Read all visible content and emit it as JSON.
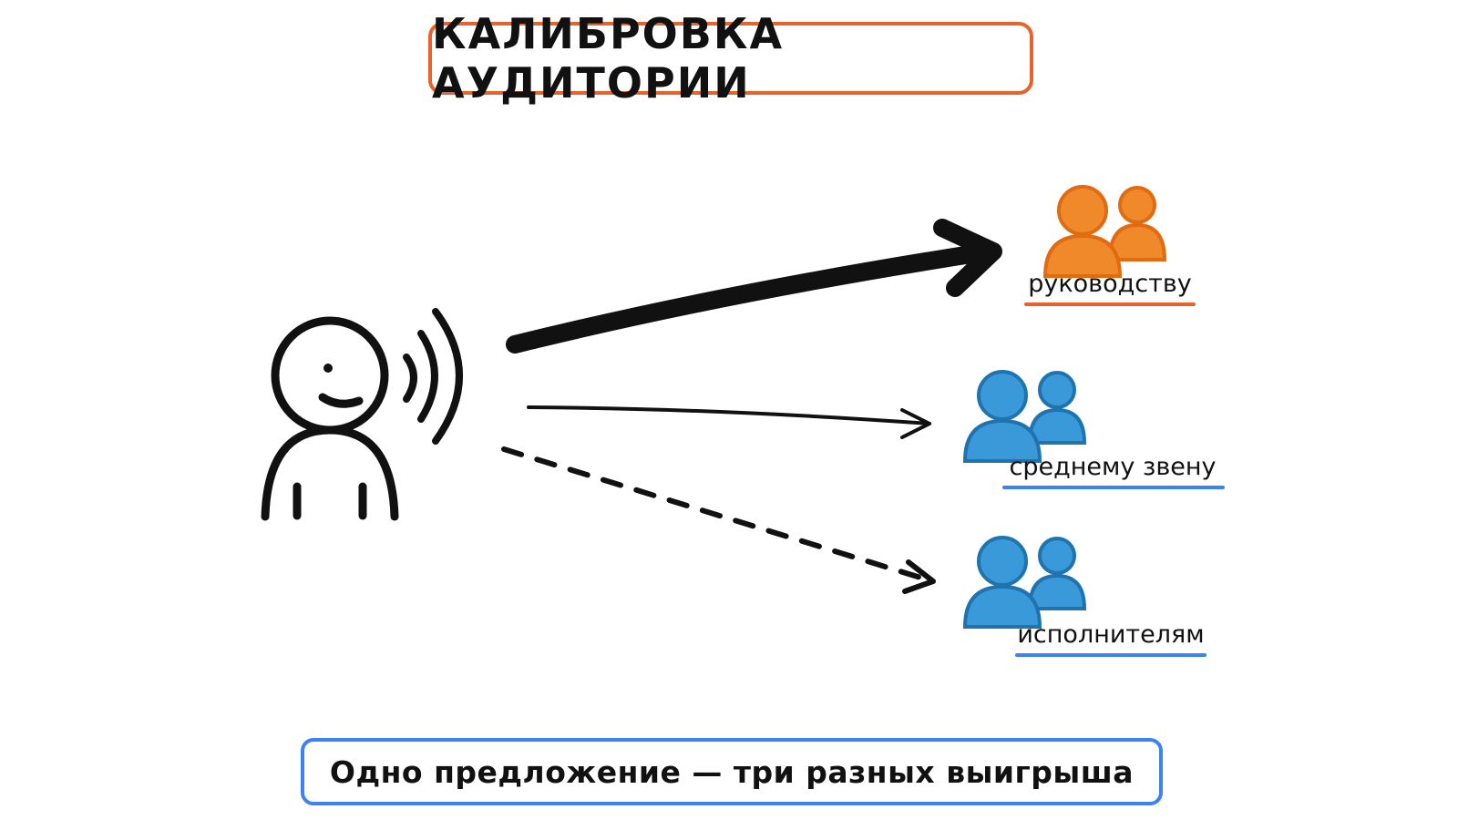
{
  "title": "КАЛИБРОВКА АУДИТОРИИ",
  "bottom_caption": "Одно предложение — три разных выигрыша",
  "groups": [
    {
      "label": "руководству",
      "color": "#f0892a",
      "arrow_style": "thick"
    },
    {
      "label": "среднему звену",
      "color": "#3a9ad9",
      "arrow_style": "thin"
    },
    {
      "label": "исполнителям",
      "color": "#3a9ad9",
      "arrow_style": "dashed"
    }
  ],
  "colors": {
    "title_border": "#e8622b",
    "caption_border": "#3b82f6",
    "leadership_underline": "#e8622b",
    "team_underline": "#3b82f6",
    "ink": "#111111"
  },
  "icons": {
    "speaker": "speaker-person-icon",
    "sound": "sound-waves-icon",
    "people": "people-group-icon"
  }
}
